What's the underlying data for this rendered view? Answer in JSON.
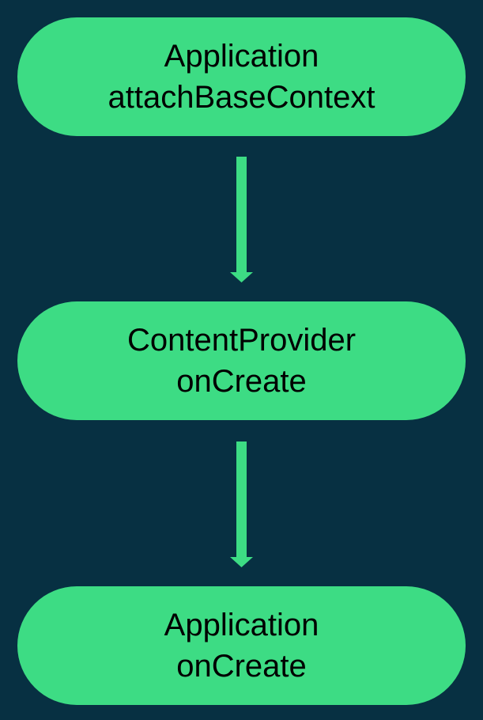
{
  "colors": {
    "background": "#073042",
    "node_fill": "#3ddc84",
    "arrow": "#3ddc84",
    "text": "#000000"
  },
  "nodes": [
    {
      "line1": "Application",
      "line2": "attachBaseContext"
    },
    {
      "line1": "ContentProvider",
      "line2": "onCreate"
    },
    {
      "line1": "Application",
      "line2": "onCreate"
    }
  ]
}
